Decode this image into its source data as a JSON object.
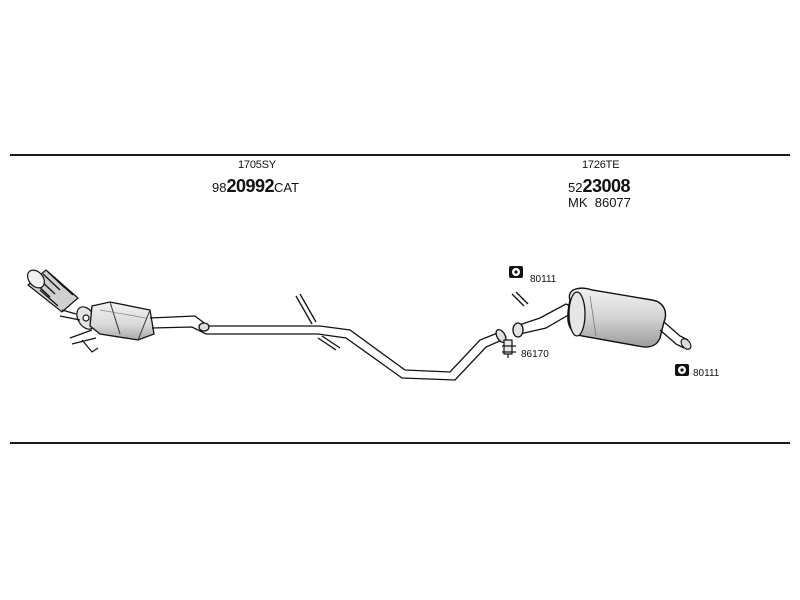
{
  "sections": [
    {
      "ref_code": "1705SY",
      "part_prefix": "98",
      "part_number": "20992",
      "part_suffix": "CAT"
    },
    {
      "ref_code": "1726TE",
      "part_prefix": "52",
      "part_number": "23008",
      "kit_label": "MK",
      "kit_number": "86077"
    }
  ],
  "callouts": [
    {
      "number": "80111"
    },
    {
      "number": "86170"
    },
    {
      "number": "80111"
    }
  ],
  "colors": {
    "line": "#1a1a1a",
    "part_fill": "#e9e9e9",
    "part_shade": "#bdbdbd"
  }
}
